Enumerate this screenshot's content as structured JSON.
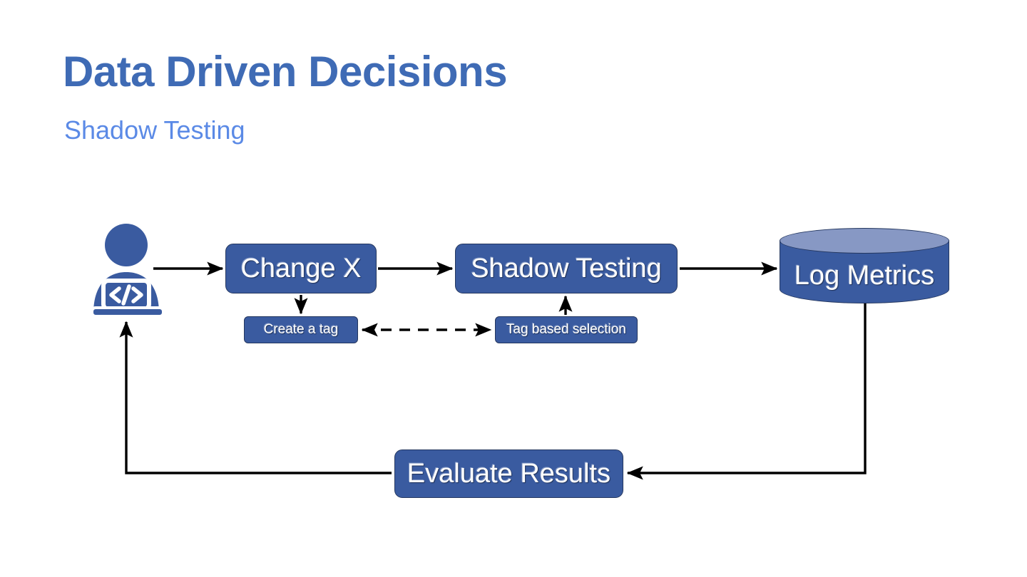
{
  "slide": {
    "title": "Data Driven Decisions",
    "subtitle": "Shadow Testing",
    "title_color": "#3f6bb5",
    "subtitle_color": "#5b8ae6",
    "background_color": "#ffffff"
  },
  "diagram": {
    "type": "flowchart",
    "node_fill_color": "#3a5ba0",
    "node_border_color": "#24375f",
    "node_text_color": "#ffffff",
    "cylinder_top_color": "#8798c4",
    "connector_color": "#000000",
    "actor": {
      "name": "developer-icon",
      "glyph": "</>"
    },
    "nodes": [
      {
        "id": "change-x",
        "label": "Change X",
        "shape": "rounded-rect"
      },
      {
        "id": "shadow",
        "label": "Shadow Testing",
        "shape": "rounded-rect"
      },
      {
        "id": "log",
        "label": "Log Metrics",
        "shape": "cylinder"
      },
      {
        "id": "evaluate",
        "label": "Evaluate Results",
        "shape": "rounded-rect"
      },
      {
        "id": "create-tag",
        "label": "Create a tag",
        "shape": "rounded-rect-small"
      },
      {
        "id": "tag-sel",
        "label": "Tag based selection",
        "shape": "rounded-rect-small"
      }
    ],
    "connectors": [
      {
        "from": "developer",
        "to": "change-x",
        "style": "solid",
        "heads": "single"
      },
      {
        "from": "change-x",
        "to": "shadow",
        "style": "solid",
        "heads": "single"
      },
      {
        "from": "shadow",
        "to": "log",
        "style": "solid",
        "heads": "single"
      },
      {
        "from": "change-x",
        "to": "create-tag",
        "style": "solid",
        "heads": "single"
      },
      {
        "from": "tag-sel",
        "to": "shadow",
        "style": "solid",
        "heads": "single"
      },
      {
        "from": "create-tag",
        "to": "tag-sel",
        "style": "dashed",
        "heads": "double"
      },
      {
        "from": "log",
        "to": "evaluate",
        "style": "solid",
        "heads": "single"
      },
      {
        "from": "evaluate",
        "to": "developer",
        "style": "solid",
        "heads": "single"
      }
    ]
  }
}
